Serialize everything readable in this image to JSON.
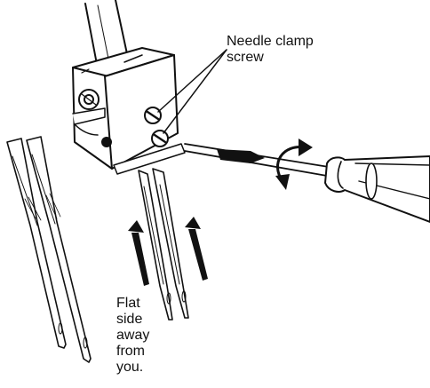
{
  "callout": {
    "line1": "Needle clamp",
    "line2": "screw"
  },
  "instruction": {
    "lines": [
      "Flat",
      "side",
      "away",
      "from",
      "you."
    ]
  },
  "colors": {
    "ink": "#111111",
    "paper": "#ffffff"
  },
  "icons": [
    "needle-bar-icon",
    "needle-clamp-icon",
    "screwdriver-icon",
    "rotate-arrow-icon",
    "up-arrow-icon",
    "spare-needle-icon"
  ]
}
